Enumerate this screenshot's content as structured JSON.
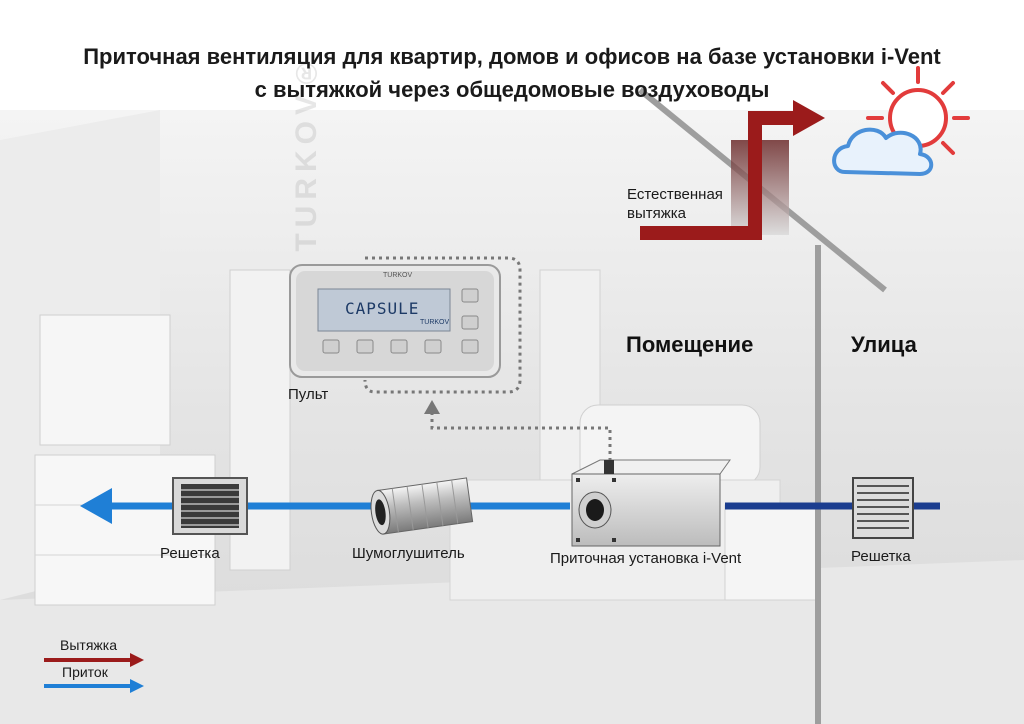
{
  "title": {
    "line1": "Приточная вентиляция для квартир, домов и офисов на базе установки i-Vent",
    "line2": "с вытяжкой через общедомовые воздуховоды"
  },
  "labels": {
    "natural_exhaust_1": "Естественная",
    "natural_exhaust_2": "вытяжка",
    "room": "Помещение",
    "street": "Улица",
    "remote": "Пульт",
    "grille_left": "Решетка",
    "silencer": "Шумоглушитель",
    "unit": "Приточная установка i-Vent",
    "grille_right": "Решетка"
  },
  "remote_display": {
    "brand_top": "TURKOV",
    "screen_text": "CAPSULE",
    "screen_brand": "TURKOV"
  },
  "watermark": "TURKOV®",
  "legend": {
    "exhaust": "Вытяжка",
    "supply": "Приток"
  },
  "colors": {
    "exhaust": "#9b1b1b",
    "supply": "#1f7fd6",
    "supply_dark": "#1b3d8f",
    "sun": "#e23b3b",
    "cloud": "#4a90d9"
  },
  "icons": {
    "sun": "sun-icon",
    "cloud": "cloud-icon"
  }
}
